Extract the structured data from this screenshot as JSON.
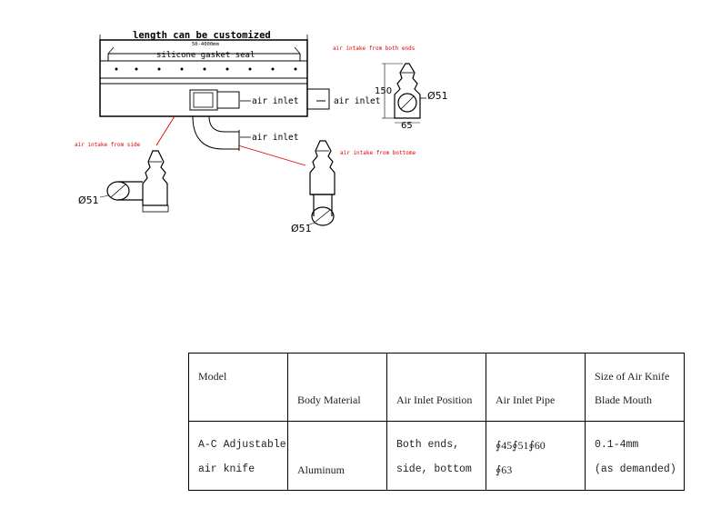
{
  "diagram": {
    "top_title": "length can be customized",
    "dim_range": "50-4000mm",
    "gasket_label": "silicone gasket seal",
    "air_inlet_1": "air inlet",
    "air_inlet_2": "air inlet",
    "air_inlet_3": "air inlet",
    "note_ends": "air intake from both ends",
    "note_side": "air intake from side",
    "note_bottom": "air intake from bottome",
    "dim_height": "150",
    "dim_width": "65",
    "dia_end": "Ø51",
    "dia_side": "Ø51",
    "dia_bottom": "Ø51"
  },
  "table": {
    "headers": {
      "model": "Model",
      "body_material": "Body Material",
      "air_inlet_position": "Air Inlet Position",
      "air_inlet_pipe": "Air Inlet Pipe",
      "blade_mouth_line1": "Size of Air Knife",
      "blade_mouth_line2": "Blade Mouth"
    },
    "row": {
      "model_line1": "A-C Adjustable",
      "model_line2": "air knife",
      "body_material": "Aluminum",
      "position_line1": "Both ends,",
      "position_line2": "side, bottom",
      "pipe_line1": "∮45∮51∮60",
      "pipe_line2": "∮63",
      "mouth_line1": "0.1-4mm",
      "mouth_line2": "(as demanded)"
    }
  }
}
